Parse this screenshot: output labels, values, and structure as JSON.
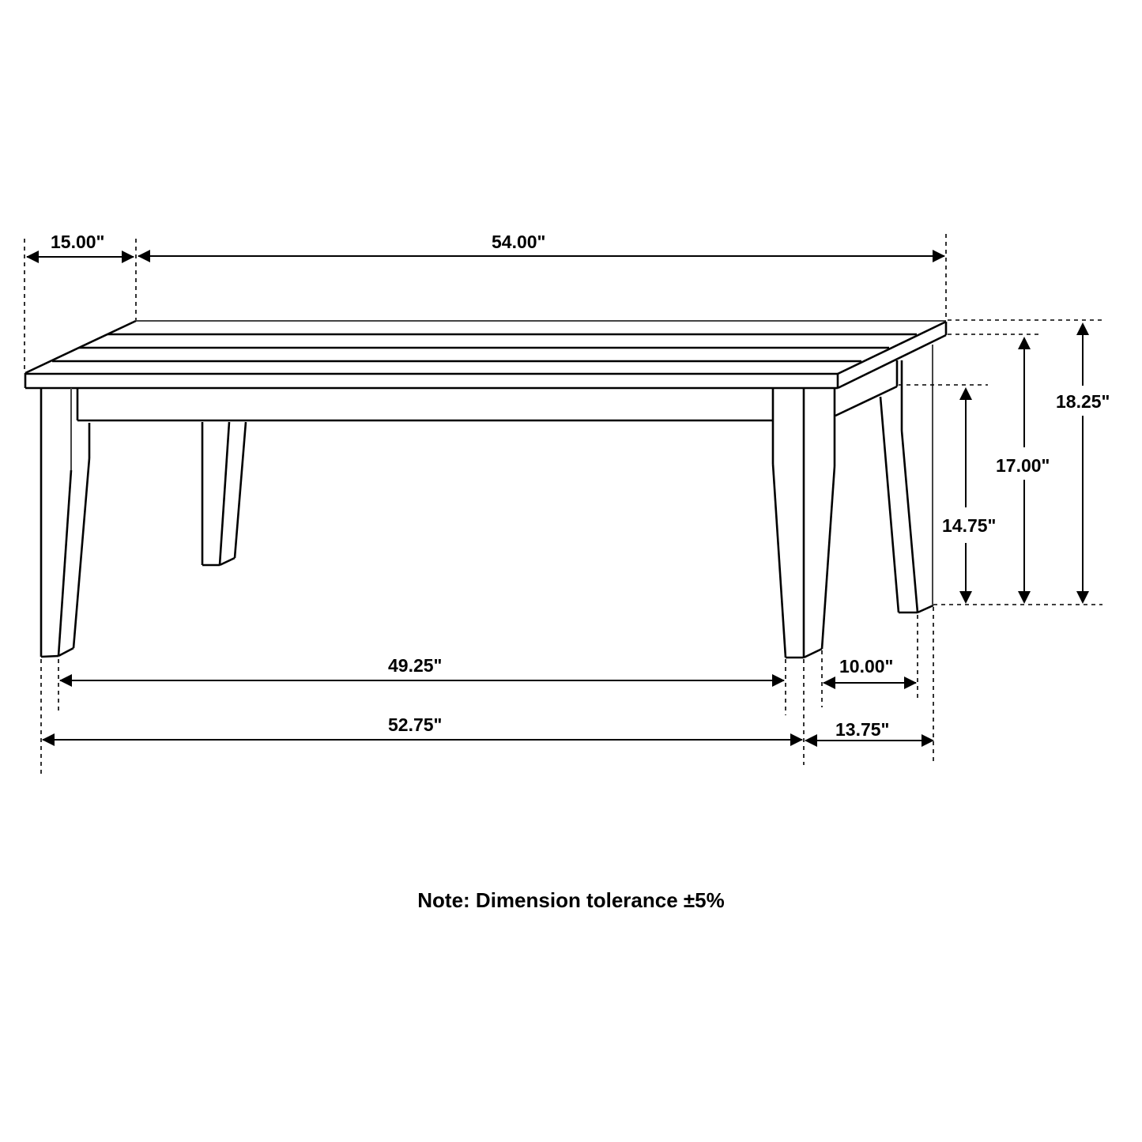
{
  "drawing": {
    "subject": "Bench dimension drawing",
    "line_color": "#000000",
    "background": "#ffffff"
  },
  "dimensions": {
    "depth_top": "15.00\"",
    "length_top": "54.00\"",
    "overall_height": "18.25\"",
    "seat_height_under_top": "17.00\"",
    "apron_clearance_height": "14.75\"",
    "inner_leg_span_length": "49.25\"",
    "outer_leg_span_length": "52.75\"",
    "inner_leg_span_depth": "10.00\"",
    "outer_leg_span_depth": "13.75\""
  },
  "note": "Note: Dimension tolerance ±5%"
}
